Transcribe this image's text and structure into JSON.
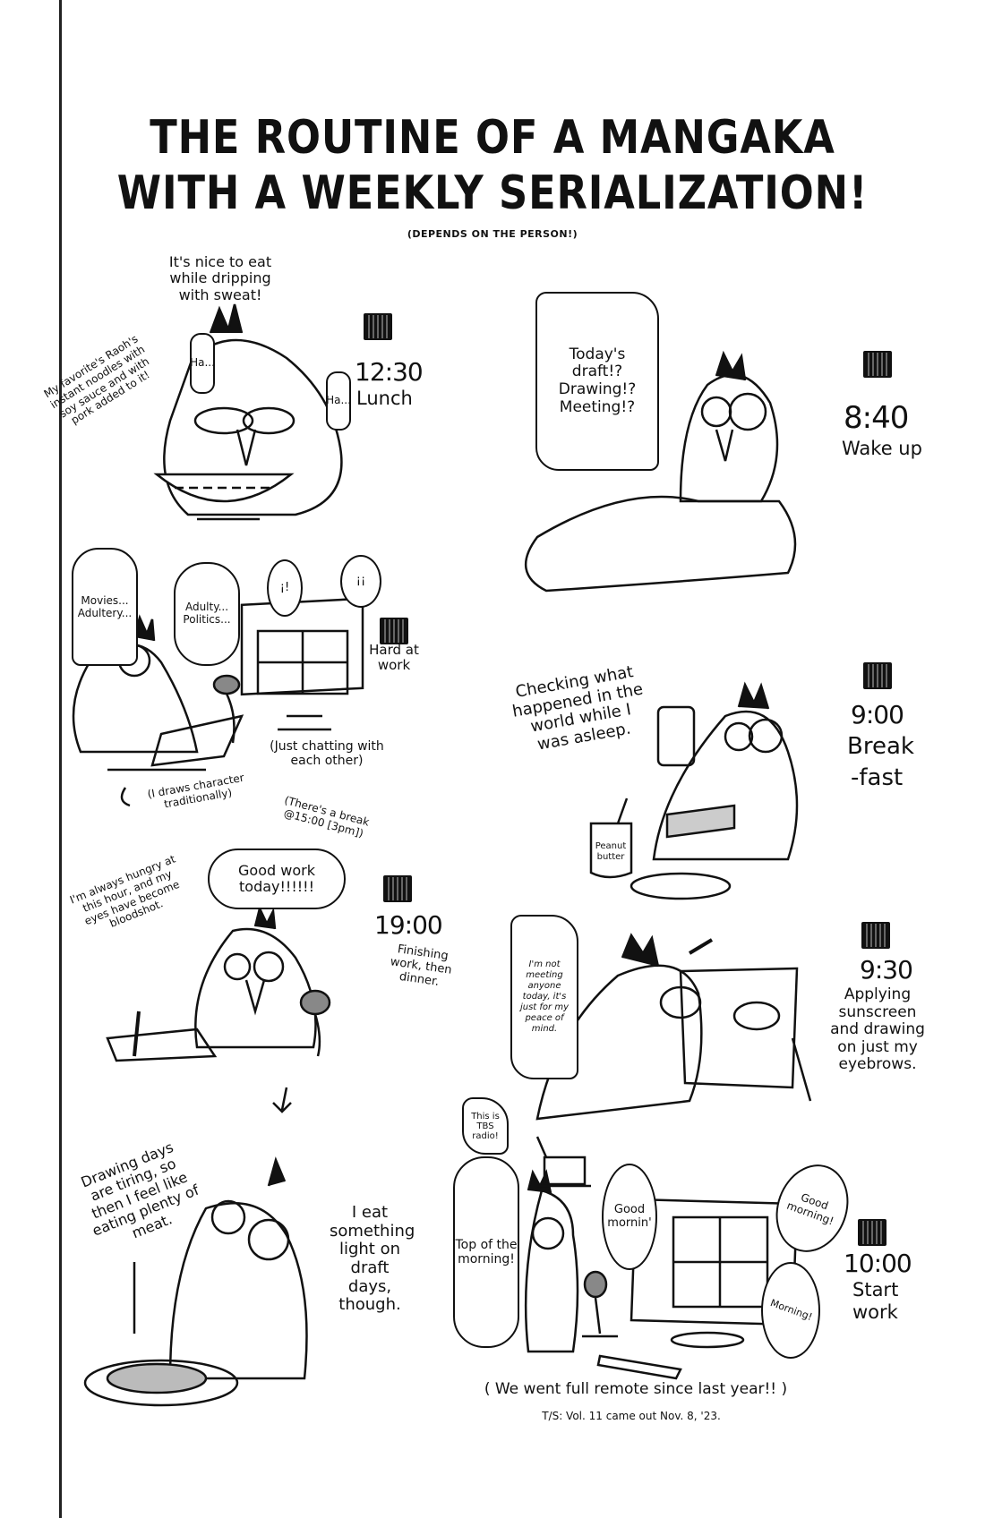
{
  "title": {
    "line1": "THE ROUTINE OF A MANGAKA",
    "line2": "WITH A WEEKLY SERIALIZATION!",
    "subtitle": "(DEPENDS ON THE PERSON!)"
  },
  "panels": {
    "lunch": {
      "time": "12:30",
      "activity": "Lunch",
      "caption": "It's nice to eat while dripping with sweat!",
      "side_note": "My favorite's Raoh's instant noodles with soy sauce and with pork added to it!",
      "sfx1": "Ha...",
      "sfx2": "Ha..."
    },
    "wake": {
      "time": "8:40",
      "activity": "Wake up",
      "thought": "Today's draft!? Drawing!? Meeting!?"
    },
    "work": {
      "activity": "Hard at work",
      "bubble1": "Movies... Adultery...",
      "bubble2": "Adulty... Politics...",
      "bubble3": "¡!",
      "bubble4": "¡¡",
      "note_chat": "(Just chatting with each other)",
      "note_draw": "(I draws character traditionally)",
      "note_break": "(There's a break @15:00 [3pm])"
    },
    "breakfast": {
      "time": "9:00",
      "activity_line1": "Break",
      "activity_line2": "-fast",
      "caption": "Checking what happened in the world while I was asleep.",
      "jar_label": "Peanut butter"
    },
    "dinner": {
      "time": "19:00",
      "activity": "Finishing work, then dinner.",
      "bubble": "Good work today!!!!!!",
      "side_note": "I'm always hungry at this hour, and my eyes have become bloodshot."
    },
    "sunscreen": {
      "time": "9:30",
      "activity": "Applying sunscreen and drawing on just my eyebrows.",
      "thought": "I'm not meeting anyone today, it's just for my peace of mind."
    },
    "meat": {
      "side_note": "Drawing days are tiring, so then I feel like eating plenty of meat.",
      "caption": "I eat something light on draft days, though."
    },
    "start": {
      "time": "10:00",
      "activity_line1": "Start",
      "activity_line2": "work",
      "radio": "This is TBS radio!",
      "bubble_top": "Top of the morning!",
      "bubble_mornin": "Good mornin'",
      "bubble_good_morning": "Good morning!",
      "bubble_morning": "Morning!",
      "note_remote": "( We went full remote since last year!! )",
      "footnote": "T/S: Vol. 11 came out Nov. 8, '23."
    }
  }
}
